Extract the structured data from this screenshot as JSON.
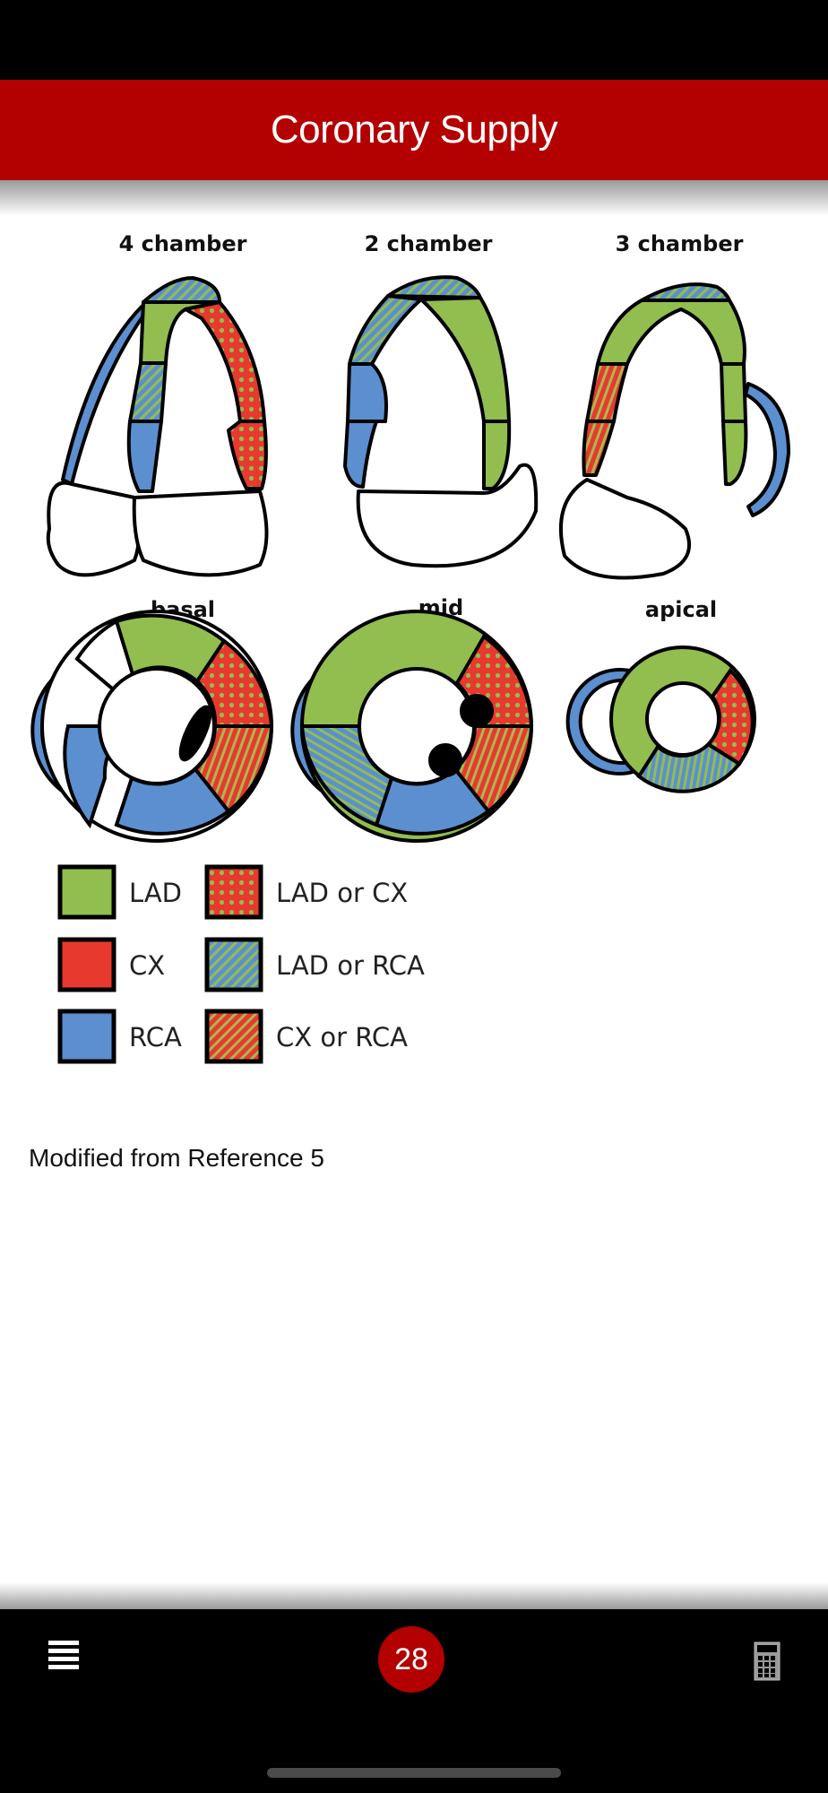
{
  "header": {
    "title": "Coronary Supply"
  },
  "diagram": {
    "long_axis_views": [
      "4 chamber",
      "2 chamber",
      "3 chamber"
    ],
    "short_axis_views": [
      "basal",
      "mid",
      "apical"
    ],
    "legend": [
      {
        "label": "LAD",
        "pattern": "solid-green"
      },
      {
        "label": "CX",
        "pattern": "solid-red"
      },
      {
        "label": "RCA",
        "pattern": "solid-blue"
      },
      {
        "label": "LAD or CX",
        "pattern": "red-with-green-dots"
      },
      {
        "label": "LAD or RCA",
        "pattern": "blue-green-stripes"
      },
      {
        "label": "CX or RCA",
        "pattern": "red-green-stripes"
      }
    ],
    "colors": {
      "lad": "#92bd4f",
      "cx": "#e8392e",
      "rca": "#5b8fcf"
    }
  },
  "credit": "Modified from Reference 5",
  "footer": {
    "menu_icon": "hamburger-menu-icon",
    "page_number": "28",
    "calculator_icon": "calculator-icon"
  },
  "theme": {
    "accent": "#b30000"
  }
}
